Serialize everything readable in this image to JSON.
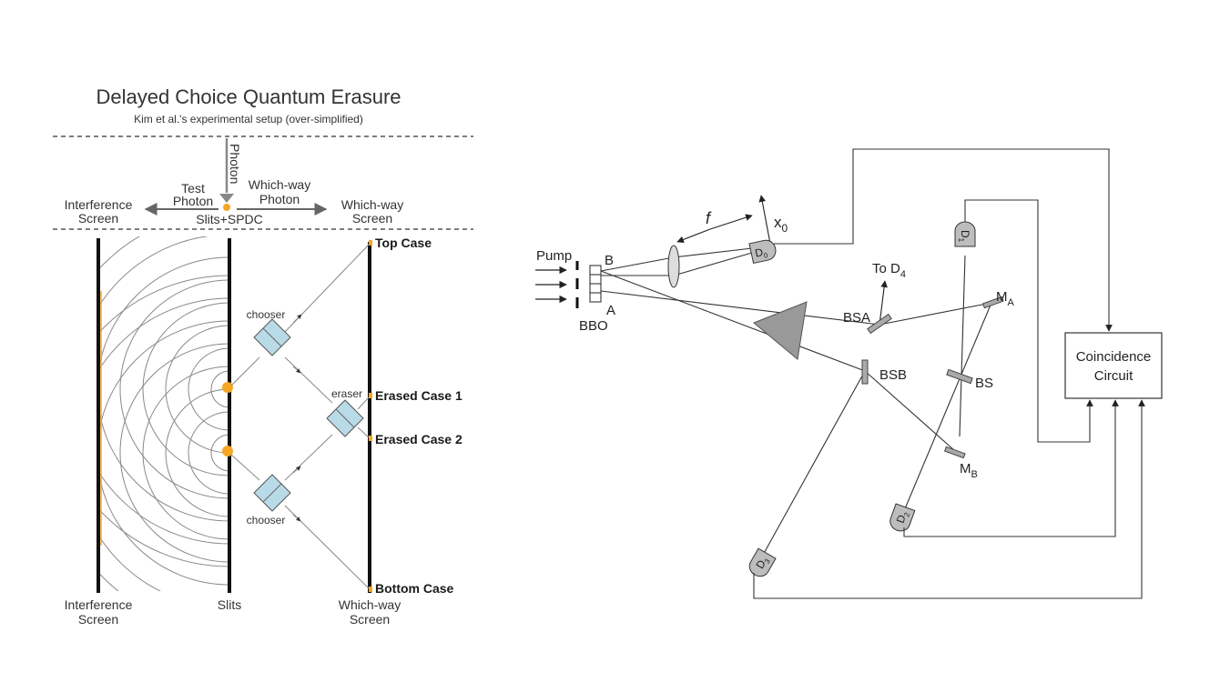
{
  "left_diagram": {
    "title": "Delayed Choice Quantum Erasure",
    "subtitle": "Kim et al.'s experimental setup (over-simplified)",
    "photon": "Photon",
    "test_photon": [
      "Test",
      "Photon"
    ],
    "which_way_photon": [
      "Which-way",
      "Photon"
    ],
    "interference_screen_top": [
      "Interference",
      "Screen"
    ],
    "which_way_screen_top": [
      "Which-way",
      "Screen"
    ],
    "slits_spdc": "Slits+SPDC",
    "chooser_top": "chooser",
    "chooser_bottom": "chooser",
    "eraser": "eraser",
    "top_case": "Top Case",
    "erased_case_1": "Erased Case 1",
    "erased_case_2": "Erased Case 2",
    "bottom_case": "Bottom Case",
    "interference_screen_bottom": [
      "Interference",
      "Screen"
    ],
    "slits": "Slits",
    "which_way_screen_bottom": [
      "Which-way",
      "Screen"
    ]
  },
  "right_diagram": {
    "pump": "Pump",
    "bbo": "BBO",
    "point_a": "A",
    "point_b": "B",
    "focal": "f",
    "x0": {
      "base": "x",
      "sub": "0"
    },
    "to_d4": {
      "base": "To D",
      "sub": "4"
    },
    "bsa": "BSA",
    "bsb": "BSB",
    "bs": "BS",
    "ma": {
      "base": "M",
      "sub": "A"
    },
    "mb": {
      "base": "M",
      "sub": "B"
    },
    "d0": {
      "base": "D",
      "sub": "0"
    },
    "d1": {
      "base": "D",
      "sub": "1"
    },
    "d2": {
      "base": "D",
      "sub": "2"
    },
    "d3": {
      "base": "D",
      "sub": "3"
    },
    "coincidence": [
      "Coincidence",
      "Circuit"
    ]
  },
  "colors": {
    "line": "#333333",
    "photon_orange": "#f5a623",
    "splitter_fill": "#b9dbe8",
    "prism_fill": "#999999",
    "detector_fill": "#bdbdbd"
  }
}
